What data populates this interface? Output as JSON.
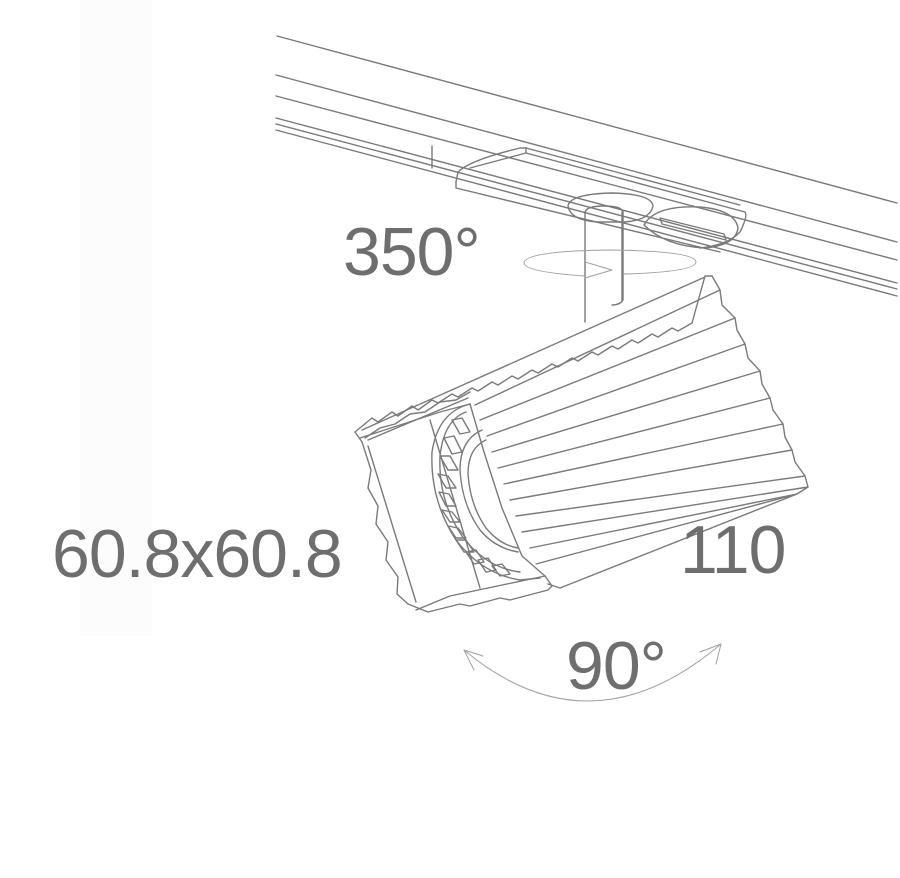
{
  "diagram": {
    "subject": "Track-mounted spotlight with ribbed square housing",
    "labels": {
      "rotation": "350°",
      "cross_section": "60.8x60.8",
      "length": "110",
      "tilt": "90°"
    },
    "colors": {
      "background": "#ffffff",
      "line": "#7a7a7a",
      "label_text": "#6e6e6e",
      "arrow": "#a0a0a0"
    }
  }
}
